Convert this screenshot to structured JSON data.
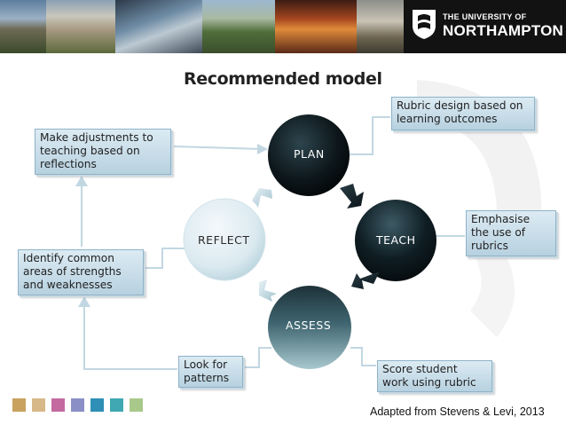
{
  "header": {
    "logo_line1": "THE UNIVERSITY OF",
    "logo_line2": "NORTHAMPTON"
  },
  "title": "Recommended model",
  "cycle": {
    "plan": "PLAN",
    "teach": "TEACH",
    "assess": "ASSESS",
    "reflect": "REFLECT"
  },
  "boxes": {
    "rubric_design": "Rubric design based on\nlearning outcomes",
    "emphasise": "Emphasise\nthe use of\nrubrics",
    "score": "Score student\nwork using rubric",
    "look_patterns": "Look for\npatterns",
    "identify": "Identify common\nareas of strengths\nand weaknesses",
    "adjustments": "Make adjustments to\nteaching based on\nreflections"
  },
  "citation": "Adapted from Stevens & Levi, 2013",
  "colors": {
    "banner": "#1f1f1f",
    "box_fill": "#c9dfeb",
    "box_border": "#8fb3c8",
    "dark_circle": "#0e1a1f",
    "swatches": [
      "#c8a25e",
      "#d7b888",
      "#c46aa0",
      "#8a8fc5",
      "#2f8fb6",
      "#3fa8b3",
      "#a9c98a"
    ]
  },
  "icons": [
    "shield-logo-icon",
    "cycle-arrow-icon"
  ]
}
